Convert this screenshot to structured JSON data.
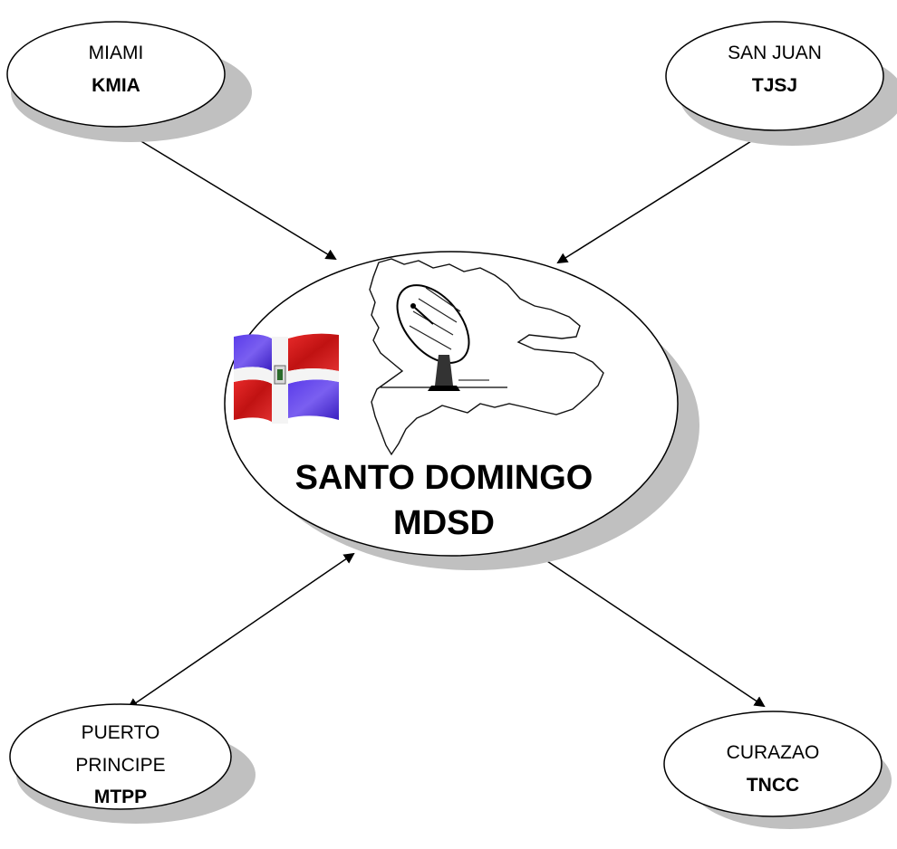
{
  "hub": {
    "line1": "SANTO DOMINGO",
    "line2": "MDSD"
  },
  "nodes": {
    "miami": {
      "name": "MIAMI",
      "code": "KMIA"
    },
    "san_juan": {
      "name": "SAN JUAN",
      "code": "TJSJ"
    },
    "puerto_principe": {
      "name_line1": "PUERTO",
      "name_line2": "PRINCIPE",
      "code": "MTPP"
    },
    "curazao": {
      "name": "CURAZAO",
      "code": "TNCC"
    }
  },
  "colors": {
    "shadow": "#c0c0c0",
    "outline": "#000000",
    "flag_blue": "#4b2fd6",
    "flag_red": "#d0181b"
  },
  "icons": [
    "dominican-flag-icon",
    "island-map-icon",
    "satellite-dish-icon"
  ]
}
